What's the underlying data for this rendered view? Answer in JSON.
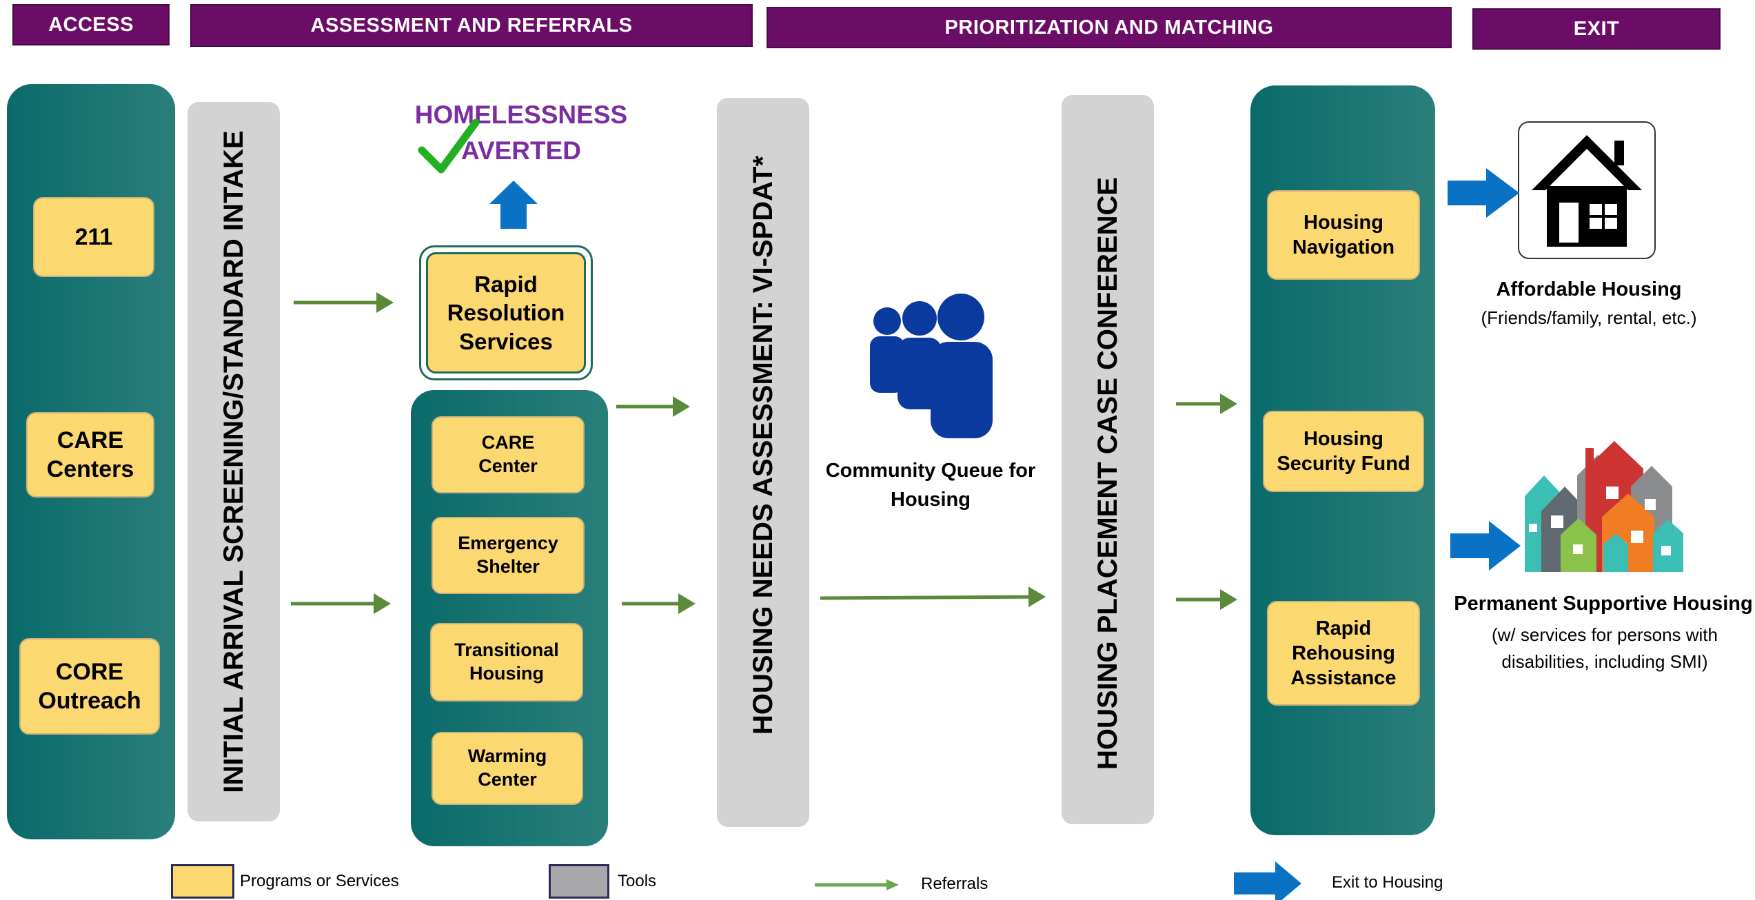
{
  "headers": {
    "access": "ACCESS",
    "assessment": "ASSESSMENT AND REFERRALS",
    "prioritization": "PRIORITIZATION AND MATCHING",
    "exit": "EXIT"
  },
  "access_items": [
    "211",
    "CARE\nCenters",
    "CORE\nOutreach"
  ],
  "intake_label": "INITIAL ARRIVAL SCREENING/STANDARD INTAKE",
  "averted": {
    "line1": "HOMELESSNESS",
    "line2": "AVERTED"
  },
  "rapid_resolution": "Rapid\nResolution\nServices",
  "shelter_items": [
    "CARE\nCenter",
    "Emergency\nShelter",
    "Transitional\nHousing",
    "Warming\nCenter"
  ],
  "assessment_label": "HOUSING NEEDS ASSESSMENT: VI-SPDAT*",
  "queue_label": "Community Queue for\nHousing",
  "conference_label": "HOUSING PLACEMENT CASE CONFERENCE",
  "exit_programs": [
    "Housing\nNavigation",
    "Housing\nSecurity Fund",
    "Rapid\nRehousing\nAssistance"
  ],
  "affordable": {
    "title": "Affordable Housing",
    "sub": "(Friends/family, rental, etc.)"
  },
  "psh": {
    "title": "Permanent Supportive Housing",
    "sub": "(w/ services for persons with\ndisabilities, including SMI)"
  },
  "legend": {
    "programs": "Programs or Services",
    "tools": "Tools",
    "referrals": "Referrals",
    "exit": "Exit to Housing"
  },
  "colors": {
    "header": "#6b0d66",
    "teal": "#0a6a6a",
    "program_fill": "#fcd870",
    "tool_fill": "#d3d3d3",
    "referral_arrow": "#5a8a3a",
    "exit_arrow": "#0a72c4",
    "averted_text": "#7a2ea0",
    "queue_icon": "#0a3a9e"
  }
}
